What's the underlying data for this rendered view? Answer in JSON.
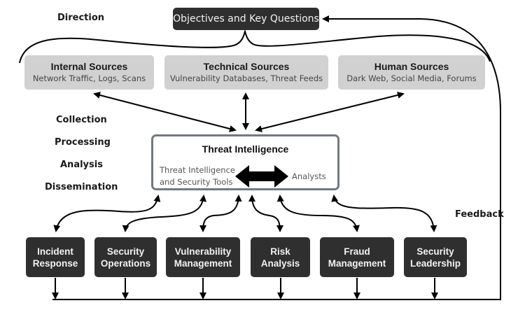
{
  "objectives": {
    "label": "Objectives and Key Questions"
  },
  "stages": {
    "direction": "Direction",
    "collection": "Collection",
    "processing": "Processing",
    "analysis": "Analysis",
    "dissemination": "Dissemination",
    "feedback": "Feedback"
  },
  "sources": [
    {
      "title": "Internal Sources",
      "subtitle": "Network Traffic, Logs, Scans"
    },
    {
      "title": "Technical Sources",
      "subtitle": "Vulnerability Databases, Threat Feeds"
    },
    {
      "title": "Human Sources",
      "subtitle": "Dark Web, Social Media, Forums"
    }
  ],
  "threat_intelligence": {
    "title": "Threat Intelligence",
    "left_line1": "Threat Intelligence",
    "left_line2": "and Security Tools",
    "right": "Analysts"
  },
  "consumers": [
    {
      "line1": "Incident",
      "line2": "Response"
    },
    {
      "line1": "Security",
      "line2": "Operations"
    },
    {
      "line1": "Vulnerability",
      "line2": "Management"
    },
    {
      "line1": "Risk",
      "line2": "Analysis"
    },
    {
      "line1": "Fraud",
      "line2": "Management"
    },
    {
      "line1": "Security",
      "line2": "Leadership"
    }
  ],
  "colors": {
    "dark_box": "#2f2f2f",
    "source_box": "#d1d1d1",
    "ti_border": "#707a82",
    "line": "#000000"
  }
}
